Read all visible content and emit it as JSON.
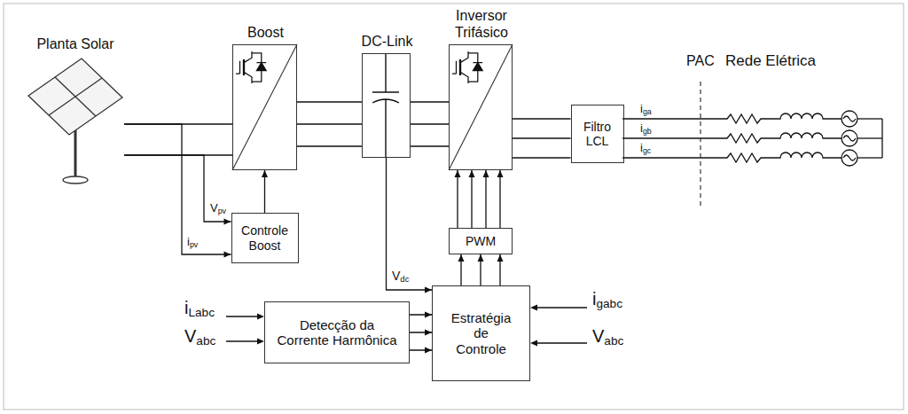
{
  "diagram": {
    "nodes": [
      {
        "text": [
          "Planta Solar"
        ]
      },
      {
        "text": [
          "Boost"
        ]
      },
      {
        "text": [
          "DC-Link"
        ]
      },
      {
        "text": [
          "Inversor Trifásico"
        ]
      },
      {
        "text": [
          "Filtro LCL"
        ]
      },
      {
        "text": [
          "Controle Boost"
        ]
      },
      {
        "text": [
          "PWM"
        ]
      },
      {
        "text": [
          "Detecção da Corrente Harmônica"
        ]
      },
      {
        "text": [
          "Estratégia de Controle"
        ]
      }
    ],
    "edges": [
      {
        "from": 0,
        "to": 1,
        "arrow": "none"
      },
      {
        "from": 0,
        "to": 5,
        "arrow": "to",
        "label": "Vpv"
      },
      {
        "from": 0,
        "to": 5,
        "arrow": "to",
        "label": "ipv"
      },
      {
        "from": 5,
        "to": 1,
        "arrow": "to"
      },
      {
        "from": 1,
        "to": 2,
        "arrow": "none"
      },
      {
        "from": 2,
        "to": 3,
        "arrow": "none"
      },
      {
        "from": 3,
        "to": 4,
        "arrow": "none"
      },
      {
        "from": 2,
        "to": 8,
        "arrow": "to",
        "label": "Vdc"
      },
      {
        "from": 8,
        "to": 6,
        "arrow": "to"
      },
      {
        "from": 6,
        "to": 3,
        "arrow": "to"
      },
      {
        "from": 7,
        "to": 8,
        "arrow": "to"
      }
    ],
    "labels": [
      "PAC",
      "Rede Elétrica",
      "iga",
      "igb",
      "igc",
      "iLabc",
      "Vabc",
      "igabc",
      "Vabc"
    ]
  }
}
